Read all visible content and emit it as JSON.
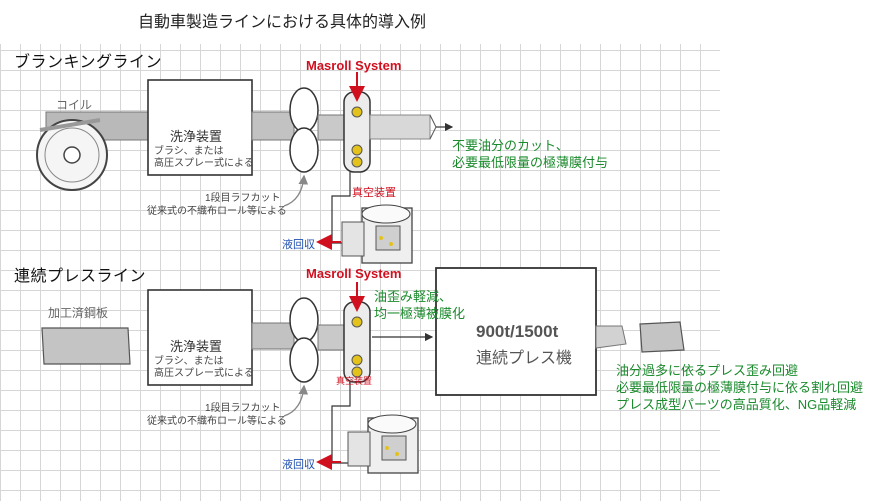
{
  "title": "自動車製造ラインにおける具体的導入例",
  "blanking": {
    "section_title": "ブランキングライン",
    "system_label": "Masroll System",
    "coil_label": "コイル",
    "washer_title": "洗浄装置",
    "washer_note": [
      "ブラシ、または",
      "高圧スプレー式による"
    ],
    "rough_cut_title": "1段目ラフカット",
    "rough_cut_note": "従来式の不織布ロール等による",
    "vacuum_label": "真空装置",
    "recovery_label": "液回収",
    "result_lines": [
      "不要油分のカット、",
      "必要最低限量の極薄膜付与"
    ]
  },
  "press": {
    "section_title": "連続プレスライン",
    "system_label": "Masroll System",
    "material_label": "加工済鋼板",
    "washer_title": "洗浄装置",
    "washer_note": [
      "ブラシ、または",
      "高圧スプレー式による"
    ],
    "rough_cut_title": "1段目ラフカット",
    "rough_cut_note": "従来式の不織布ロール等による",
    "vacuum_label": "真空装置",
    "recovery_label": "液回収",
    "effect_lines": [
      "油歪み軽減、",
      "均一極薄被膜化"
    ],
    "machine_title": "900t/1500t",
    "machine_sub": "連続プレス機",
    "result_lines": [
      "油分過多に依るプレス歪み回避",
      "必要最低限量の極薄膜付与に依る割れ回避",
      "プレス成型パーツの高品質化、NG品軽減"
    ]
  }
}
